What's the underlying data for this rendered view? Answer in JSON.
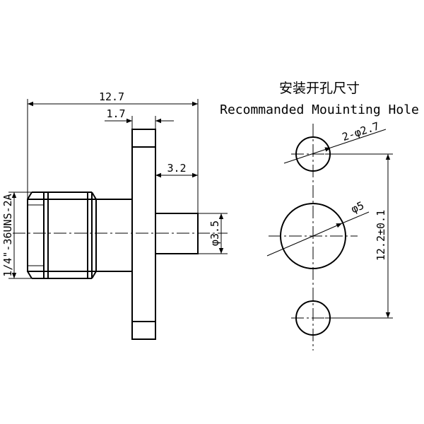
{
  "title_cn": "安装开孔尺寸",
  "title_en": "Recommanded Mouinting Hole",
  "dims": {
    "overall_length": "12.7",
    "flange_thickness": "1.7",
    "pin_length": "3.2",
    "pin_diameter": "φ3.5",
    "thread": "1/4\"-36UNS-2A",
    "hole_small": "2-φ2.7",
    "hole_center": "φ5",
    "hole_spacing": "12.2±0.1"
  }
}
